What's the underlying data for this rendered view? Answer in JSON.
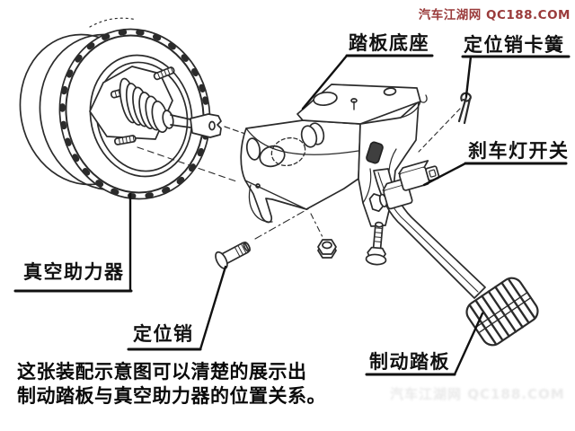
{
  "watermark": {
    "text": "汽车江湖网 QC188.COM",
    "color": "#9a3b3b"
  },
  "labels": {
    "pedal_base": "踏板底座",
    "pin_clip": "定位销卡簧",
    "brake_light_switch": "刹车灯开关",
    "vacuum_booster": "真空助力器",
    "pin": "定位销",
    "brake_pedal": "制动踏板"
  },
  "caption": {
    "line1": "这张装配示意图可以清楚的展示出",
    "line2": "制动踏板与真空助力器的位置关系。"
  },
  "ghost_watermark": "汽车江湖网 QC188.COM",
  "colors": {
    "ink": "#2b2b2b",
    "label_line": "#111111",
    "watermark_red": "#9a3b3b",
    "pad_dark": "#3f3f3f"
  },
  "diagram_type": "exploded-assembly-line-art"
}
